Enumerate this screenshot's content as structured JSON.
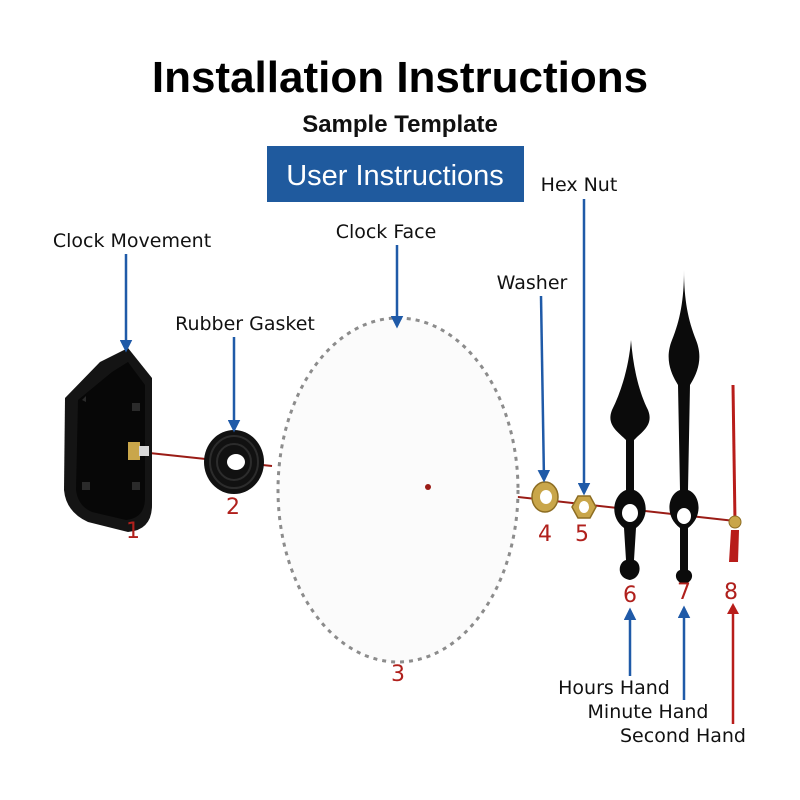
{
  "header": {
    "title": "Installation Instructions",
    "subtitle": "Sample Template",
    "banner": "User Instructions"
  },
  "colors": {
    "banner": "#1f5a9e",
    "arrow": "#1f5aa8",
    "number": "#b0201c",
    "shaft": "#9a1c16",
    "brass": "#c9a64a",
    "part": "#0b0b0b"
  },
  "parts": [
    {
      "number": "1",
      "label": "Clock Movement"
    },
    {
      "number": "2",
      "label": "Rubber Gasket"
    },
    {
      "number": "3",
      "label": "Clock Face"
    },
    {
      "number": "4",
      "label": "Washer"
    },
    {
      "number": "5",
      "label": "Hex Nut"
    },
    {
      "number": "6",
      "label": "Hours Hand"
    },
    {
      "number": "7",
      "label": "Minute Hand"
    },
    {
      "number": "8",
      "label": "Second Hand"
    }
  ]
}
